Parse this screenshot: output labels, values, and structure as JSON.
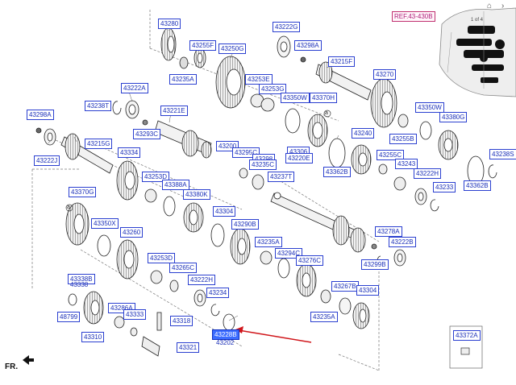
{
  "diagram": {
    "ref_label": "REF.43-430B",
    "page_indicator": "1 of 4",
    "direction_label": "FR.",
    "part_labels": [
      {
        "id": "43280",
        "text": "43280"
      },
      {
        "id": "43255f",
        "text": "43255F"
      },
      {
        "id": "43250g",
        "text": "43250G"
      },
      {
        "id": "43222g",
        "text": "43222G"
      },
      {
        "id": "43298a-top",
        "text": "43298A"
      },
      {
        "id": "43215f",
        "text": "43215F"
      },
      {
        "id": "43235a-top",
        "text": "43235A"
      },
      {
        "id": "43253e",
        "text": "43253E"
      },
      {
        "id": "43253g",
        "text": "43253G"
      },
      {
        "id": "43270",
        "text": "43270"
      },
      {
        "id": "43222a",
        "text": "43222A"
      },
      {
        "id": "43238t",
        "text": "43238T"
      },
      {
        "id": "43221e",
        "text": "43221E"
      },
      {
        "id": "43350w-a",
        "text": "43350W"
      },
      {
        "id": "43370h",
        "text": "43370H"
      },
      {
        "id": "43350w-b",
        "text": "43350W"
      },
      {
        "id": "43380g",
        "text": "43380G"
      },
      {
        "id": "43298a-left",
        "text": "43298A"
      },
      {
        "id": "43293c",
        "text": "43293C"
      },
      {
        "id": "43240",
        "text": "43240"
      },
      {
        "id": "43255b",
        "text": "43255B"
      },
      {
        "id": "43215g",
        "text": "43215G"
      },
      {
        "id": "43200",
        "text": "43200"
      },
      {
        "id": "43295c",
        "text": "43295C"
      },
      {
        "id": "43306",
        "text": "43306"
      },
      {
        "id": "43220e",
        "text": "43220E"
      },
      {
        "id": "43222j",
        "text": "43222J"
      },
      {
        "id": "43334",
        "text": "43334"
      },
      {
        "id": "43298",
        "text": "43298"
      },
      {
        "id": "43235c",
        "text": "43235C"
      },
      {
        "id": "43255c",
        "text": "43255C"
      },
      {
        "id": "43243",
        "text": "43243"
      },
      {
        "id": "43238s",
        "text": "43238S"
      },
      {
        "id": "43362b-a",
        "text": "43362B"
      },
      {
        "id": "43222h",
        "text": "43222H"
      },
      {
        "id": "43253d",
        "text": "43253D"
      },
      {
        "id": "43388a",
        "text": "43388A"
      },
      {
        "id": "43237t",
        "text": "43237T"
      },
      {
        "id": "43233",
        "text": "43233"
      },
      {
        "id": "43362b-b",
        "text": "43362B"
      },
      {
        "id": "43370g",
        "text": "43370G"
      },
      {
        "id": "43380k",
        "text": "43380K"
      },
      {
        "id": "43304-a",
        "text": "43304"
      },
      {
        "id": "43350x",
        "text": "43350X"
      },
      {
        "id": "43290b",
        "text": "43290B"
      },
      {
        "id": "43278a",
        "text": "43278A"
      },
      {
        "id": "43260",
        "text": "43260"
      },
      {
        "id": "43235a-mid",
        "text": "43235A"
      },
      {
        "id": "43222b",
        "text": "43222B"
      },
      {
        "id": "43294c",
        "text": "43294C"
      },
      {
        "id": "43253d-b",
        "text": "43253D"
      },
      {
        "id": "43299b",
        "text": "43299B"
      },
      {
        "id": "43276c",
        "text": "43276C"
      },
      {
        "id": "43265c",
        "text": "43265C"
      },
      {
        "id": "43338b",
        "text": "43338B"
      },
      {
        "id": "43338",
        "text": "43338"
      },
      {
        "id": "43222h-b",
        "text": "43222H"
      },
      {
        "id": "43267b",
        "text": "43267B"
      },
      {
        "id": "43304-b",
        "text": "43304"
      },
      {
        "id": "43234",
        "text": "43234"
      },
      {
        "id": "48799",
        "text": "48799"
      },
      {
        "id": "43286a",
        "text": "43286A"
      },
      {
        "id": "43333",
        "text": "43333"
      },
      {
        "id": "43235a-bot",
        "text": "43235A"
      },
      {
        "id": "43318",
        "text": "43318"
      },
      {
        "id": "43310",
        "text": "43310"
      },
      {
        "id": "43372a",
        "text": "43372A"
      },
      {
        "id": "43228b",
        "text": "43228B"
      },
      {
        "id": "43321",
        "text": "43321"
      },
      {
        "id": "43202",
        "text": "43202"
      }
    ],
    "plain_labels": [
      {
        "id": "a-circle-1",
        "text": "a"
      },
      {
        "id": "a-circle-2",
        "text": "a"
      }
    ],
    "highlighted_part": "43228B",
    "arrow_color": "#d0161b"
  }
}
